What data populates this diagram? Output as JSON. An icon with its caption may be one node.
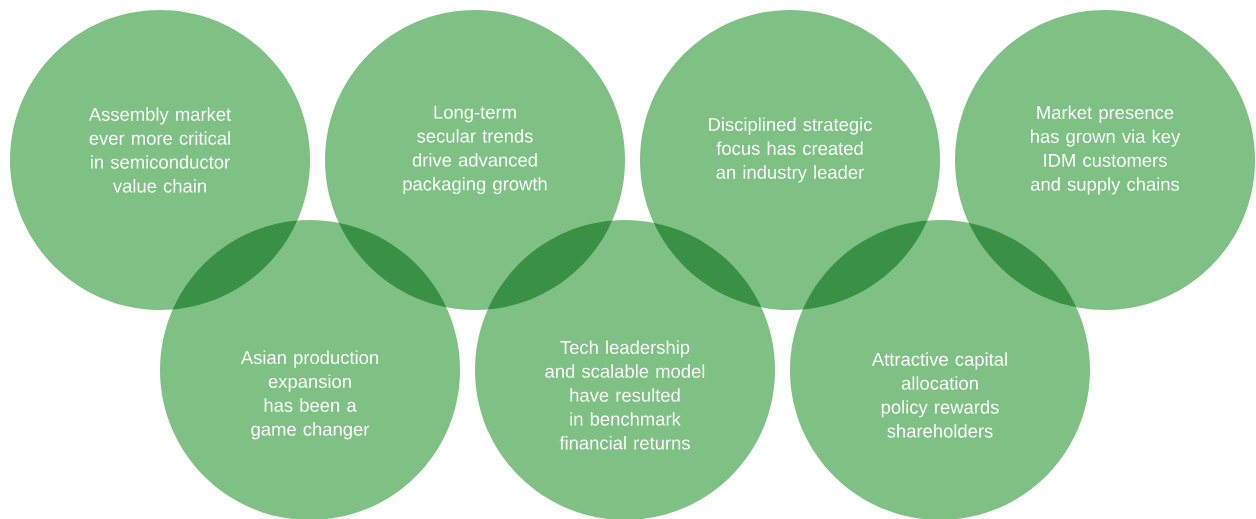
{
  "diagram": {
    "nodes": [
      {
        "text": [
          "Assembly market ever more critical in semiconductor value chain"
        ]
      },
      {
        "text": [
          "Long-term secular trends drive advanced packaging growth"
        ]
      },
      {
        "text": [
          "Disciplined strategic focus has created an industry leader"
        ]
      },
      {
        "text": [
          "Market presence has grown via key IDM customers and supply chains"
        ]
      },
      {
        "text": [
          "Asian production expansion has been a game changer"
        ]
      },
      {
        "text": [
          "Tech leadership and scalable model have resulted in benchmark financial returns"
        ]
      },
      {
        "text": [
          "Attractive capital allocation policy rewards shareholders"
        ]
      }
    ]
  }
}
